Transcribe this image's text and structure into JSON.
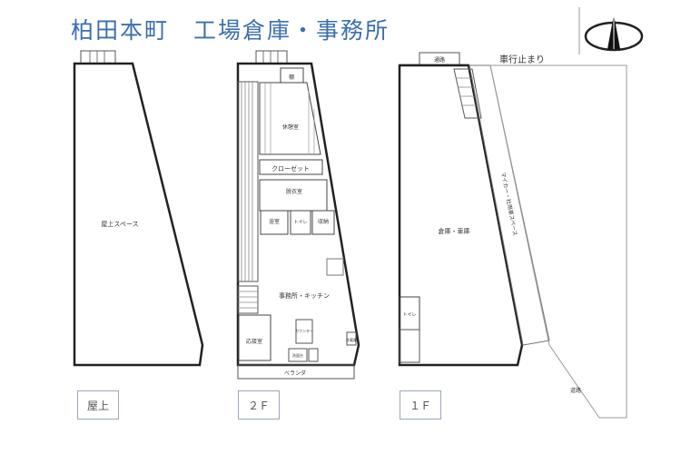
{
  "title": "柏田本町　工場倉庫・事務所",
  "compass": {
    "icon": "north-arrow-icon"
  },
  "floors": {
    "rooftop": {
      "label": "屋上",
      "rooms": {
        "roof_space": "屋上スペース"
      }
    },
    "second": {
      "label": "２Ｆ",
      "rooms": {
        "shelf": "棚",
        "storage_room": "休憩室",
        "closet": "クローゼット",
        "dressing": "脱衣室",
        "bath": "浴室",
        "toilet": "トイレ",
        "storage": "収納",
        "office_kitchen": "事務所・キッチン",
        "counter": "カウンター",
        "office_room": "応接室",
        "washroom": "洗面台",
        "fridge": "冷蔵庫",
        "veranda": "ベランダ"
      }
    },
    "first": {
      "label": "１Ｆ",
      "rooms": {
        "passage": "通路",
        "warehouse": "倉庫・車庫",
        "toilet": "トイレ",
        "road": "道路",
        "parking_note": "車行止まり",
        "side_note": "マイカー・社用車スペース"
      }
    }
  }
}
